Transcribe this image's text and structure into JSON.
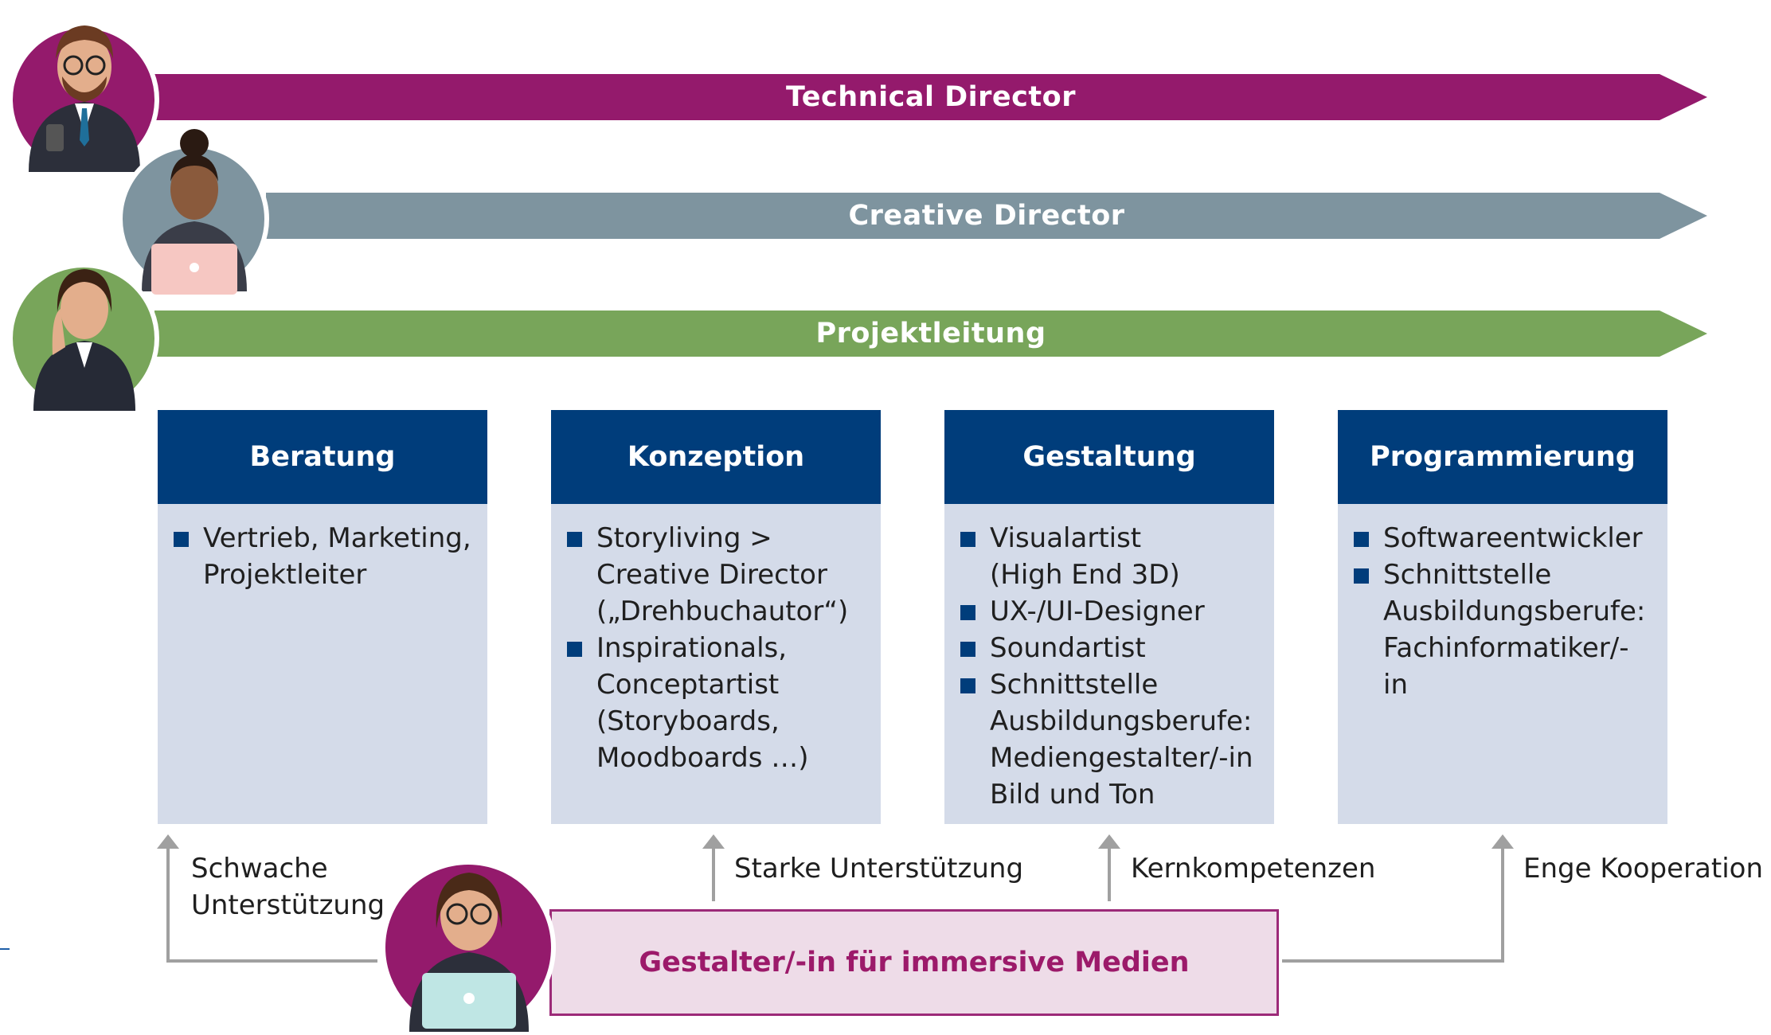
{
  "roles": {
    "technical": "Technical Director",
    "creative": "Creative Director",
    "project": "Projektleitung"
  },
  "colors": {
    "technical": "#941a6c",
    "creative": "#7e949f",
    "project": "#78a55a",
    "column_header": "#003d7b",
    "column_body": "#d4dbe9",
    "bottom_text": "#9c1a6a"
  },
  "columns": [
    {
      "title": "Beratung",
      "items": [
        {
          "lines": [
            "Vertrieb, Marketing,",
            "Projektleiter"
          ]
        }
      ]
    },
    {
      "title": "Konzeption",
      "items": [
        {
          "lines": [
            "Storyliving >",
            "Creative Director",
            "(„Drehbuchautor“)"
          ]
        },
        {
          "lines": [
            "Inspirationals,",
            "Conceptartist",
            "(Storyboards,",
            "Moodboards …)"
          ]
        }
      ]
    },
    {
      "title": "Gestaltung",
      "items": [
        {
          "lines": [
            "Visualartist",
            "(High End 3D)"
          ]
        },
        {
          "lines": [
            "UX-/UI-Designer"
          ]
        },
        {
          "lines": [
            "Soundartist"
          ]
        },
        {
          "lines": [
            "Schnittstelle",
            "Ausbildungsberufe:",
            "Mediengestalter/-in",
            "Bild und Ton"
          ]
        }
      ]
    },
    {
      "title": "Programmierung",
      "items": [
        {
          "lines": [
            "Softwareentwickler"
          ]
        },
        {
          "lines": [
            "Schnittstelle",
            "Ausbildungsberufe:",
            "Fachinformatiker/-in"
          ]
        }
      ]
    }
  ],
  "notes": {
    "weak": [
      "Schwache",
      "Unterstützung"
    ],
    "strong": "Starke Unterstützung",
    "core": "Kernkompetenzen",
    "coop": "Enge Kooperation"
  },
  "bottom_label": "Gestalter/-in für immersive Medien"
}
